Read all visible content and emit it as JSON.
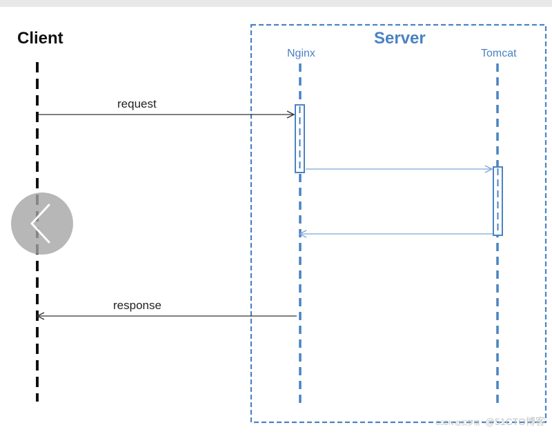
{
  "diagram": {
    "client_label": "Client",
    "server_label": "Server",
    "nginx_label": "Nginx",
    "tomcat_label": "Tomcat",
    "request_label": "request",
    "response_label": "response"
  },
  "colors": {
    "server_blue": "#4a82c2",
    "arrow_light_blue": "#7aa6d8",
    "client_black": "#111111"
  },
  "nav": {
    "icon": "chevron-left-icon"
  },
  "watermark": {
    "small": "CSDN @旧梦情",
    "big": "@51CTO博客"
  }
}
